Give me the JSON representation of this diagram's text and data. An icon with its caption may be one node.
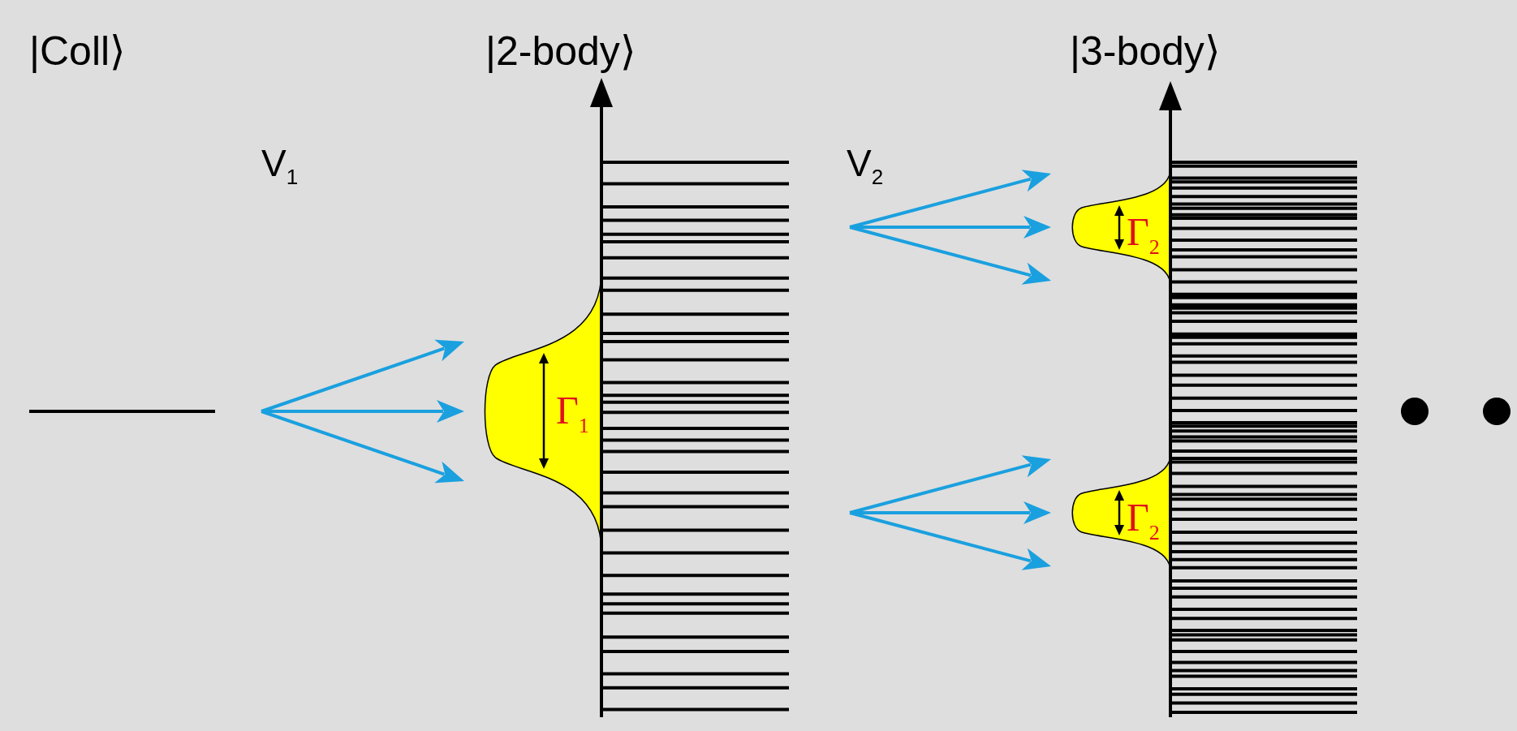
{
  "diagram": {
    "labels": [
      "|Coll⟩",
      "|2-body⟩",
      "|3-body⟩",
      "V$_{1}$",
      "V$_{2}$",
      "Γ$_{2}$",
      "Γ$_{1}$",
      "Γ$_{2}$"
    ]
  }
}
